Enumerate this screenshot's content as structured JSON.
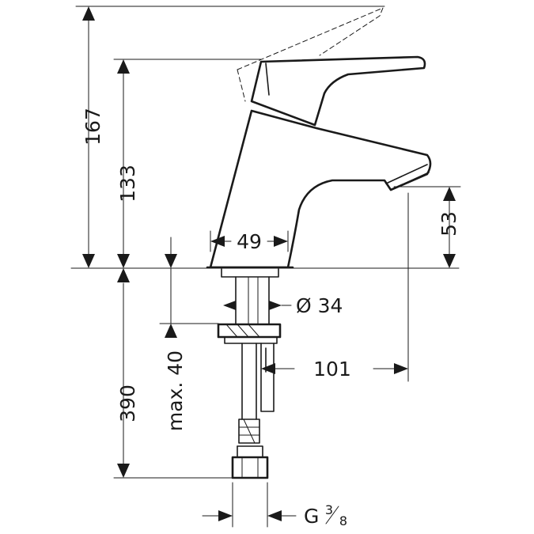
{
  "dimensions": {
    "total_height": "167",
    "spout_height": "133",
    "outlet_height": "53",
    "body_width": "49",
    "shank_diameter": "Ø 34",
    "projection": "101",
    "below_length": "390",
    "max_thickness": "max. 40",
    "thread_prefix": "G",
    "thread_num": "3",
    "thread_den": "8"
  }
}
